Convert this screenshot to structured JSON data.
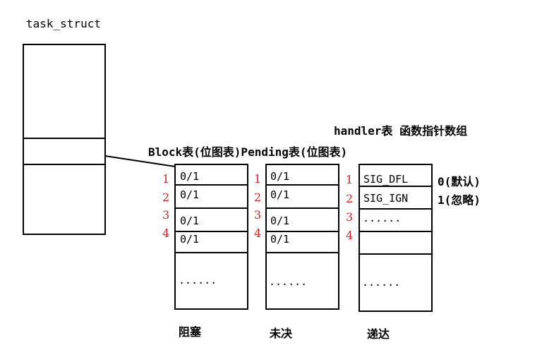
{
  "task_struct": {
    "label": "task_struct"
  },
  "headers": {
    "handler": "handler表 函数指针数组",
    "block_pending": "Block表(位图表)Pending表(位图表)"
  },
  "row_numbers": [
    "1",
    "2",
    "3",
    "4"
  ],
  "block": {
    "cells": [
      "0/1",
      "0/1",
      "0/1",
      "0/1"
    ],
    "ellipsis": "......",
    "caption": "阻塞"
  },
  "pending": {
    "cells": [
      "0/1",
      "0/1",
      "0/1",
      "0/1"
    ],
    "ellipsis": "......",
    "caption": "未决"
  },
  "handler": {
    "cells": [
      "SIG_DFL",
      "SIG_IGN",
      "......"
    ],
    "ellipsis": "......",
    "notes": [
      "0(默认)",
      "1(忽略)"
    ],
    "caption": "递达"
  }
}
